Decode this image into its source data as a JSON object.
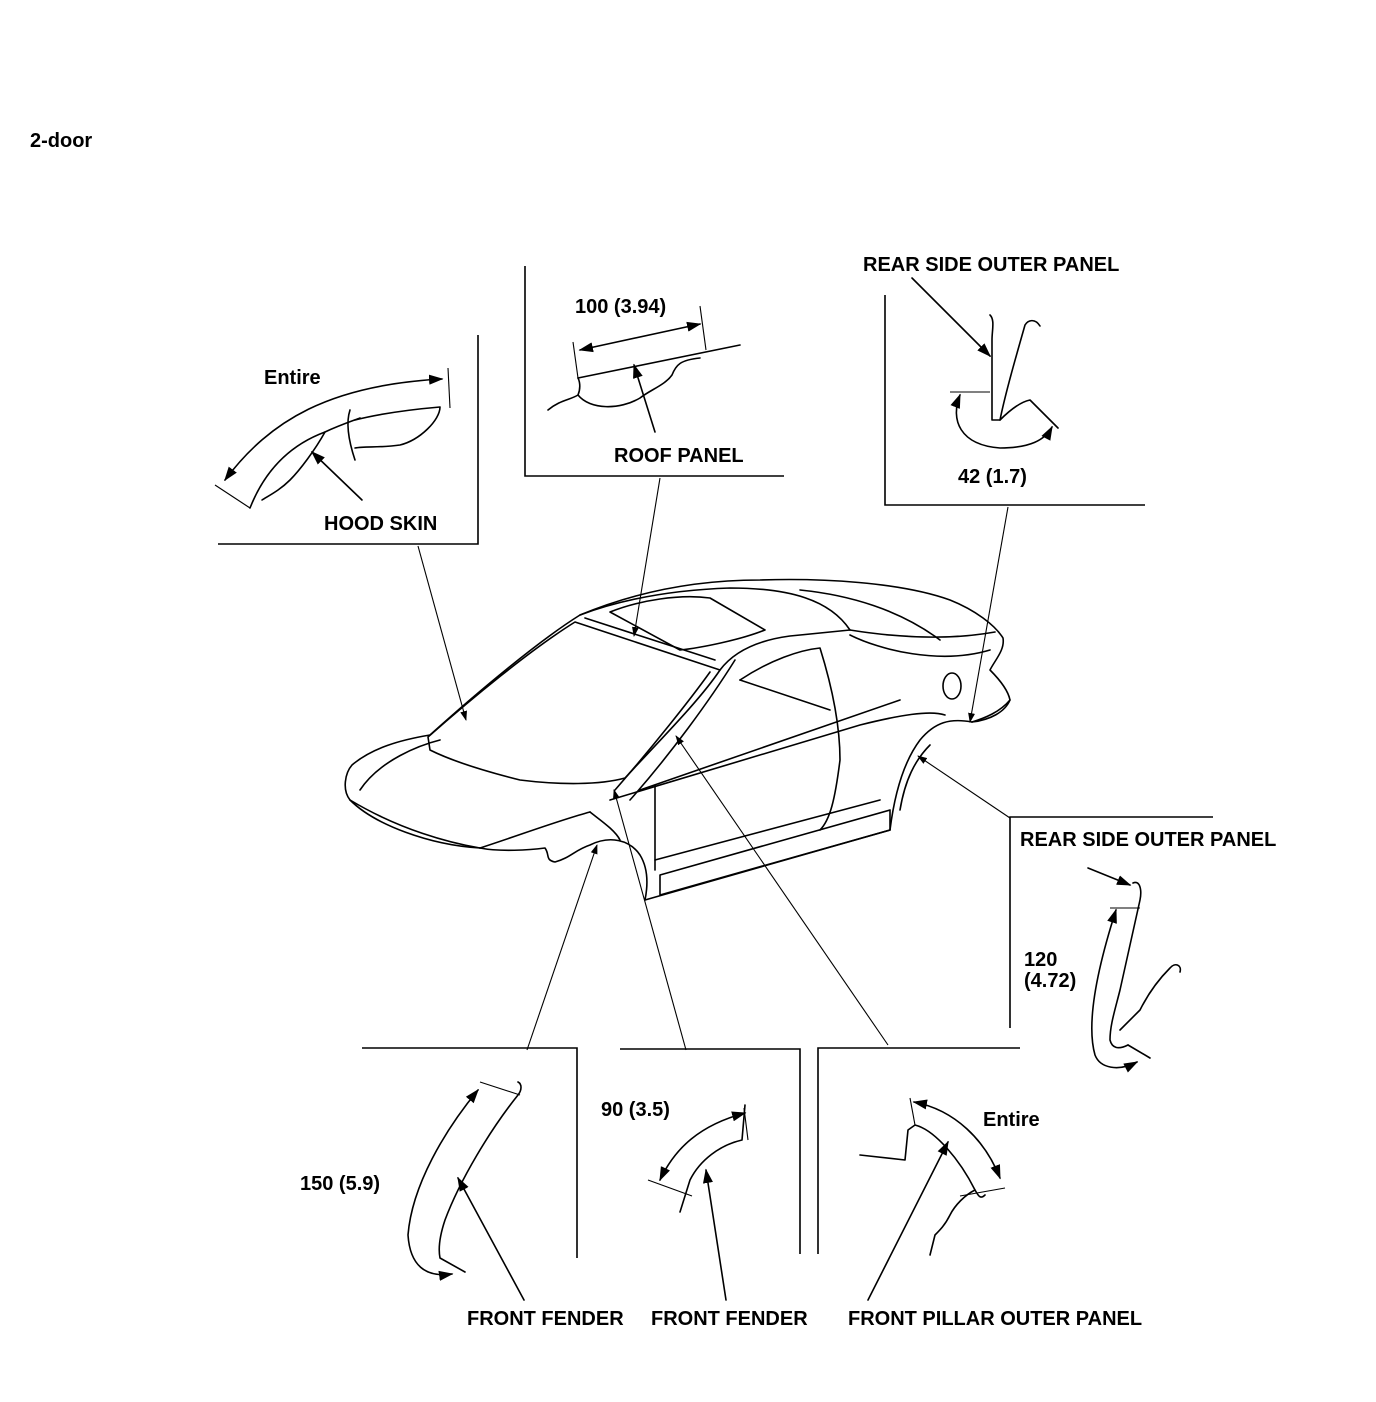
{
  "title": "2-door",
  "callouts": {
    "hood_skin": {
      "label": "HOOD SKIN",
      "measure": "Entire"
    },
    "roof_panel": {
      "label": "ROOF PANEL",
      "measure": "100 (3.94)"
    },
    "rear_side_outer_panel_upper": {
      "label": "REAR SIDE OUTER PANEL",
      "measure": "42 (1.7)"
    },
    "rear_side_outer_panel_lower": {
      "label": "REAR SIDE OUTER PANEL",
      "measure_line1": "120",
      "measure_line2": "(4.72)"
    },
    "front_fender_left": {
      "label": "FRONT FENDER",
      "measure": "150 (5.9)"
    },
    "front_fender_right": {
      "label": "FRONT FENDER",
      "measure": "90 (3.5)"
    },
    "front_pillar_outer_panel": {
      "label": "FRONT PILLAR OUTER PANEL",
      "measure": "Entire"
    }
  },
  "colors": {
    "line": "#000000",
    "background": "#ffffff"
  }
}
